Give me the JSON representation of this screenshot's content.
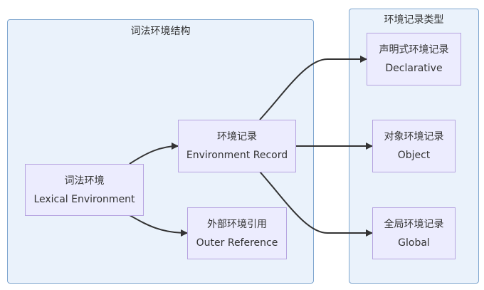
{
  "clusters": {
    "lexical_structure": {
      "title": "词法环境结构"
    },
    "record_types": {
      "title": "环境记录类型"
    }
  },
  "nodes": {
    "lexical_environment": {
      "zh": "词法环境",
      "en": "Lexical Environment"
    },
    "environment_record": {
      "zh": "环境记录",
      "en": "Environment Record"
    },
    "outer_reference": {
      "zh": "外部环境引用",
      "en": "Outer Reference"
    },
    "declarative": {
      "zh": "声明式环境记录",
      "en": "Declarative"
    },
    "object": {
      "zh": "对象环境记录",
      "en": "Object"
    },
    "global": {
      "zh": "全局环境记录",
      "en": "Global"
    }
  },
  "edges": [
    {
      "from": "lexical_environment",
      "to": "environment_record"
    },
    {
      "from": "lexical_environment",
      "to": "outer_reference"
    },
    {
      "from": "environment_record",
      "to": "declarative"
    },
    {
      "from": "environment_record",
      "to": "object"
    },
    {
      "from": "environment_record",
      "to": "global"
    }
  ],
  "colors": {
    "cluster_fill": "#eaf2fb",
    "cluster_border": "#7fa6cf",
    "node_fill": "#ececfe",
    "node_border": "#b6a4e0",
    "edge": "#333333"
  }
}
